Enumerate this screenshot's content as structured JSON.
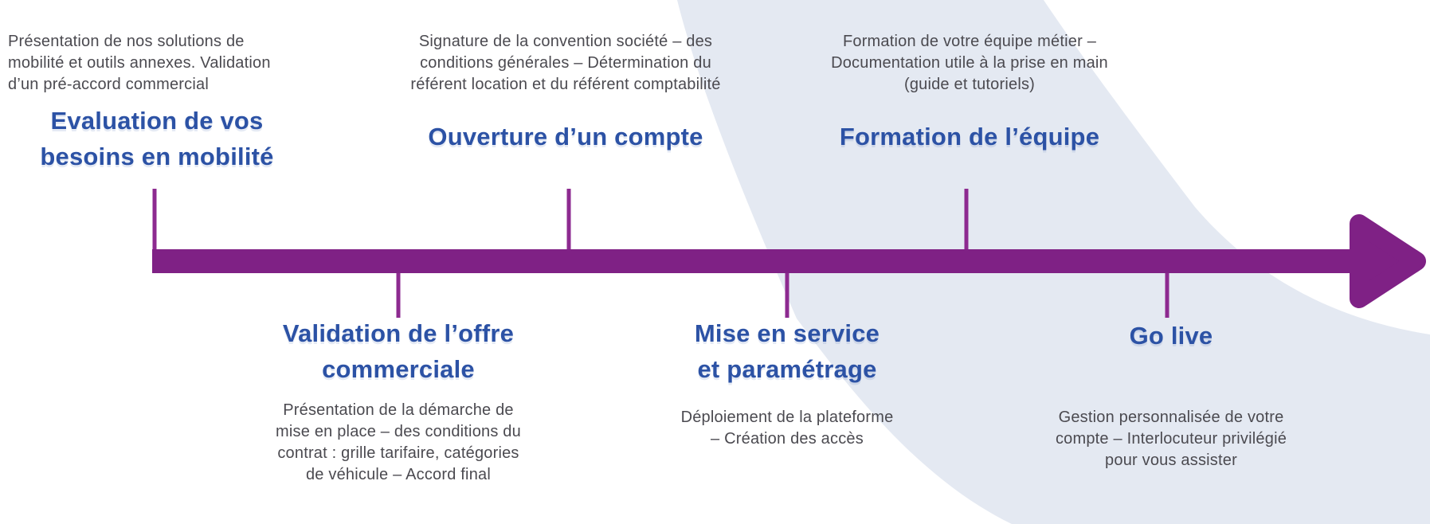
{
  "diagram": {
    "type": "timeline",
    "direction": "left-to-right",
    "colors": {
      "bar": "#7F2185",
      "tick": "#8D2A90",
      "arrow": "#7F2185",
      "title_text": "#2C52A5",
      "description_text": "#4B4A50",
      "background_swoosh": "#E4E9F2",
      "canvas": "#FFFFFF"
    },
    "steps": [
      {
        "position": "above",
        "title": "Evaluation de vos besoins en mobilité",
        "title_lines": [
          "Evaluation de vos",
          "besoins en mobilité"
        ],
        "description": "Présentation de nos solutions de mobilité et outils annexes. Validation d’un pré-accord commercial",
        "description_lines": [
          "Présentation de nos solutions de",
          "mobilité et outils annexes. Validation",
          "d’un pré-accord commercial"
        ]
      },
      {
        "position": "below",
        "title": "Validation de l’offre commerciale",
        "title_lines": [
          "Validation de l’offre",
          "commerciale"
        ],
        "description": "Présentation de la démarche de mise en place – des conditions du contrat : grille tarifaire, catégories de véhicule – Accord final",
        "description_lines": [
          "Présentation de la démarche de",
          "mise en place – des conditions du",
          "contrat : grille tarifaire, catégories",
          "de véhicule – Accord final"
        ]
      },
      {
        "position": "above",
        "title": "Ouverture d’un compte",
        "title_lines": [
          "Ouverture d’un compte"
        ],
        "description": "Signature de la convention société – des conditions générales – Détermination du référent location et du référent comptabilité",
        "description_lines": [
          "Signature de la convention société – des",
          "conditions générales – Détermination du",
          "référent location et du référent comptabilité"
        ]
      },
      {
        "position": "below",
        "title": "Mise en service et paramétrage",
        "title_lines": [
          "Mise en service",
          "et paramétrage"
        ],
        "description": "Déploiement de la plateforme – Création des accès",
        "description_lines": [
          "Déploiement de la plateforme",
          "– Création des accès"
        ]
      },
      {
        "position": "above",
        "title": "Formation de l’équipe",
        "title_lines": [
          "Formation de l’équipe"
        ],
        "description": "Formation de votre équipe métier – Documentation utile à la prise en main (guide et tutoriels)",
        "description_lines": [
          "Formation de votre équipe métier –",
          "Documentation utile à la prise en main",
          "(guide et tutoriels)"
        ]
      },
      {
        "position": "below",
        "title": "Go live",
        "title_lines": [
          "Go live"
        ],
        "description": "Gestion personnalisée de votre compte – Interlocuteur privilégié pour vous assister",
        "description_lines": [
          "Gestion personnalisée de votre",
          "compte – Interlocuteur privilégié",
          "pour vous assister"
        ]
      }
    ]
  }
}
